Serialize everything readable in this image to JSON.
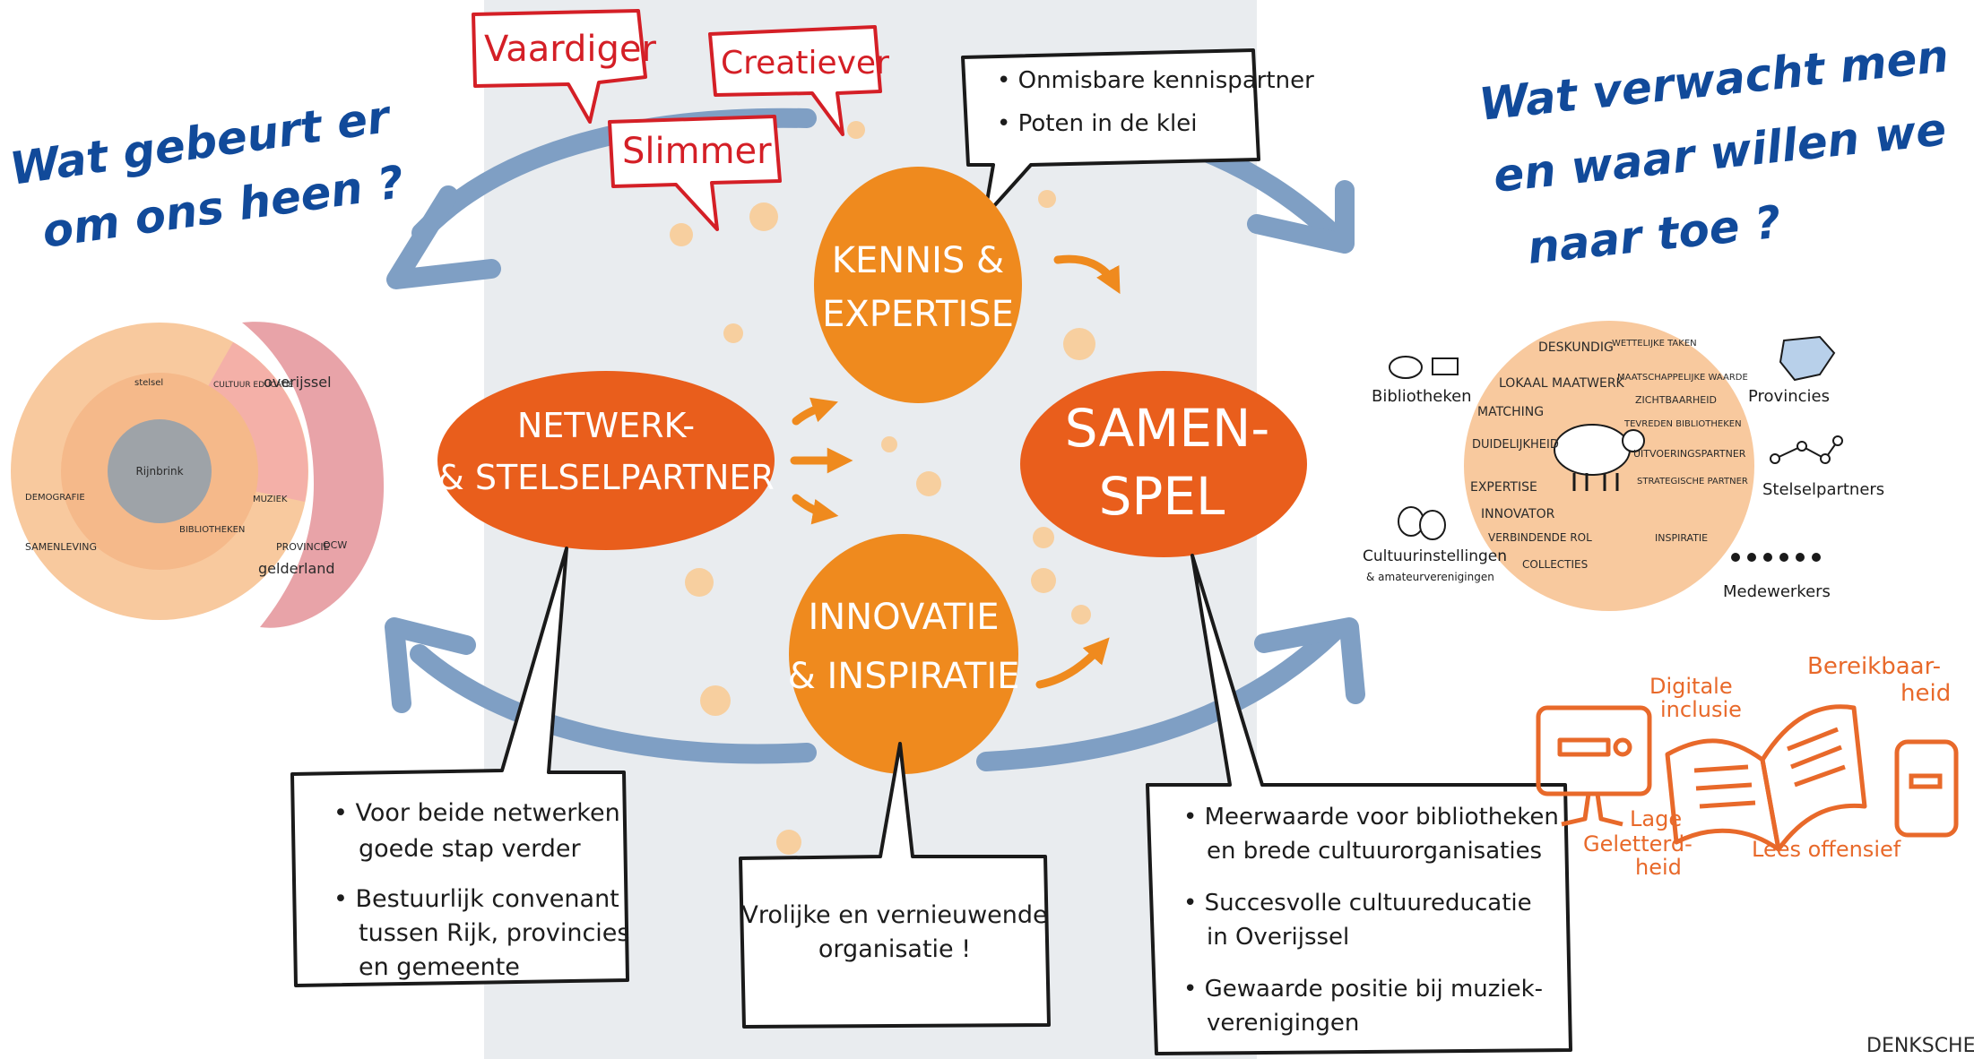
{
  "colors": {
    "panel": "#e9ecef",
    "blue_arrow": "#7f9fc4",
    "orange": "#ef8a1e",
    "dark_orange": "#e95e1c",
    "peach": "#f7cf9f",
    "question_blue": "#114a9a",
    "red": "#d41f26",
    "pink": "#e8a3a8"
  },
  "questions": {
    "left": [
      "Wat gebeurt er",
      "om ons heen ?"
    ],
    "right": [
      "Wat verwacht men",
      "en waar willen we",
      "naar toe ?"
    ]
  },
  "speech_words": {
    "vaardiger": "Vaardiger",
    "creatiever": "Creatiever",
    "slimmer": "Slimmer"
  },
  "bubble_top": [
    "• Onmisbare kennispartner",
    "• Poten in de klei"
  ],
  "circles": {
    "kennis": [
      "KENNIS &",
      "EXPERTISE"
    ],
    "netwerk": [
      "NETWERK-",
      "& STELSELPARTNER"
    ],
    "samenspel": [
      "SAMEN-",
      "SPEL"
    ],
    "innovatie": [
      "INNOVATIE",
      "& INSPIRATIE"
    ]
  },
  "box_left": [
    "• Voor beide netwerken",
    "goede stap verder",
    "• Bestuurlijk convenant",
    "tussen Rijk, provincies",
    "en gemeente"
  ],
  "box_center": [
    "Vrolijke en vernieuwende",
    "organisatie !"
  ],
  "box_right": [
    "• Meerwaarde voor bibliotheken",
    "en brede cultuurorganisaties",
    "• Succesvolle cultuureducatie",
    "in Overijssel",
    "• Gewaarde positie bij muziek-",
    "verenigingen"
  ],
  "left_map": {
    "labels": [
      "overijssel",
      "PROVINCIE",
      "OCW",
      "gelderland",
      "SAMENLEVING",
      "BIBLIOTHEKEN",
      "MUZIEK",
      "CULTUUR EDUCATIE",
      "Rijnbrink",
      "DEMOGRAFIE",
      "stelsel"
    ]
  },
  "right_map": {
    "labels": [
      "DESKUNDIG",
      "WETTELIJKE TAKEN",
      "LOKAAL MAATWERK",
      "MAATSCHAPPELIJKE WAARDE",
      "MATCHING",
      "ZICHTBAARHEID",
      "DUIDELIJKHEID",
      "TEVREDEN BIBLIOTHEKEN",
      "EXPERTISE",
      "UITVOERINGSPARTNER",
      "INNOVATOR",
      "STRATEGISCHE PARTNER",
      "VERBINDENDE ROL",
      "COLLECTIES",
      "INSPIRATIE"
    ],
    "side_labels": [
      "Bibliotheken",
      "Provincies",
      "Stelselpartners",
      "Cultuurinstellingen",
      "& amateurverenigingen",
      "Medewerkers"
    ]
  },
  "reading": {
    "digitale": [
      "Digitale",
      "inclusie"
    ],
    "bereik": [
      "Bereikbaar-",
      "heid"
    ],
    "lage": [
      "Lage",
      "Geletterd-",
      "heid"
    ],
    "lees": "Lees offensief"
  },
  "signature": "DENKSCHE"
}
